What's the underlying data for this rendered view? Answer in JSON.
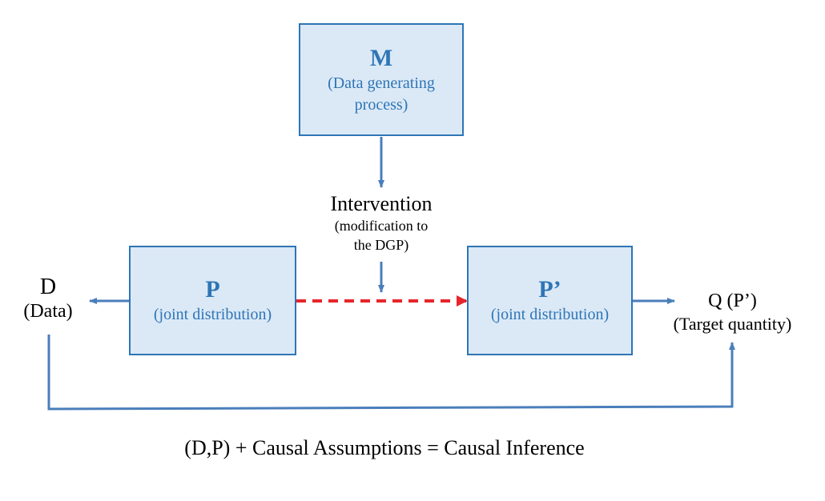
{
  "nodes": {
    "m": {
      "title": "M",
      "subtitle_line1": "(Data generating",
      "subtitle_line2": "process)"
    },
    "p": {
      "title": "P",
      "subtitle": "(joint distribution)"
    },
    "p_prime": {
      "title": "P’",
      "subtitle": "(joint distribution)"
    }
  },
  "labels": {
    "intervention": {
      "title": "Intervention",
      "line1": "(modification to",
      "line2": "the DGP)"
    },
    "data": {
      "title": "D",
      "subtitle": "(Data)"
    },
    "target": {
      "title": "Q (P’)",
      "subtitle": "(Target quantity)"
    },
    "equation": "(D,P) + Causal Assumptions = Causal Inference"
  },
  "colors": {
    "box_fill": "#dbe9f6",
    "box_border": "#2e75b6",
    "arrow": "#4a7ebb",
    "dashed_arrow": "#e8242b"
  }
}
